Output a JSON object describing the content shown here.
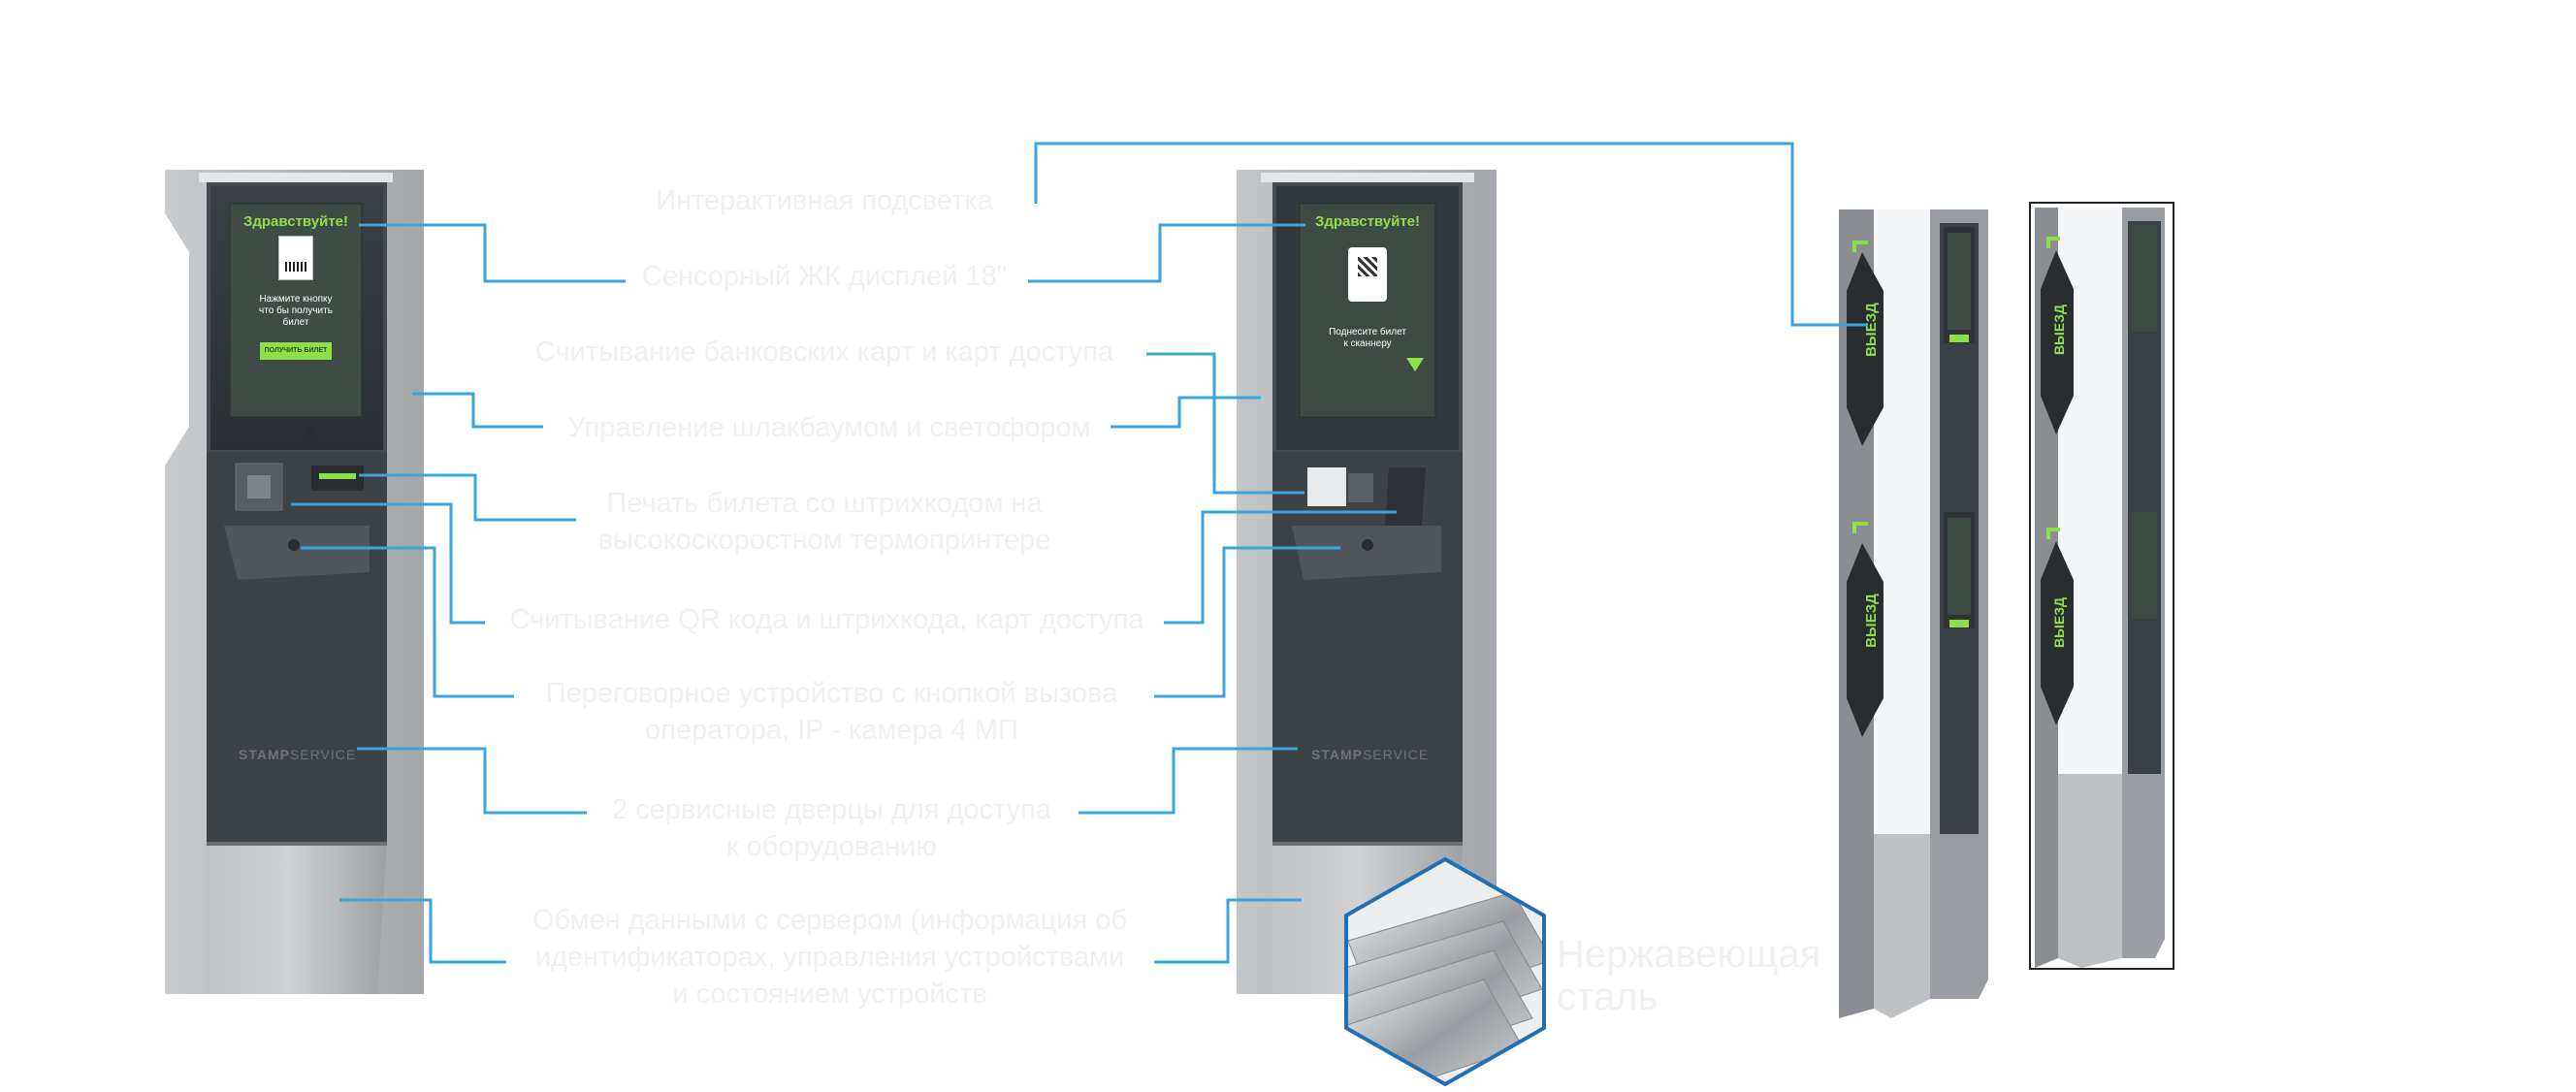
{
  "features": [
    {
      "id": "backlight",
      "lines": [
        "Интерактивная подсветка"
      ]
    },
    {
      "id": "display",
      "lines": [
        "Сенсорный ЖК дисплей 18\""
      ]
    },
    {
      "id": "cards",
      "lines": [
        "Считывание банковских карт  и карт доступа"
      ]
    },
    {
      "id": "barrier",
      "lines": [
        "Управление шлакбаумом и светофором"
      ]
    },
    {
      "id": "printer",
      "lines": [
        "Печать билета со штрихкодом на",
        "высокоскоростном термопринтере"
      ]
    },
    {
      "id": "qr",
      "lines": [
        "Считывание QR кода и штрихкода, карт доступа"
      ]
    },
    {
      "id": "intercom",
      "lines": [
        "Переговорное устройство с кнопкой вызова",
        "оператора, IP - камера 4 МП"
      ]
    },
    {
      "id": "doors",
      "lines": [
        "2 сервисные дверцы для доступа",
        "к оборудованию"
      ]
    },
    {
      "id": "server",
      "lines": [
        "Обмен данными с сервером (информация об",
        "идентификаторах, управления устройствами",
        "и состоянием устройств"
      ]
    }
  ],
  "material": {
    "lines": [
      "Нержавеющая",
      "сталь"
    ]
  },
  "kiosk_entry": {
    "greeting": "Здравствуйте!",
    "instruction_lines": [
      "Нажмите кнопку",
      "что бы получить",
      "билет"
    ],
    "button_label": "ПОЛУЧИТЬ БИЛЕТ",
    "brand_bold": "STAMP",
    "brand_light": "SERVICE"
  },
  "kiosk_exit": {
    "greeting": "Здравствуйте!",
    "instruction_lines": [
      "Поднесите билет",
      "к сканнеру"
    ],
    "brand_bold": "STAMP",
    "brand_light": "SERVICE"
  },
  "side_panel_label": "ВЫЕЗД",
  "colors": {
    "callout_line": "#3aa5d8",
    "accent_green": "#8ee04a",
    "screen_dark": "#2f3337",
    "body_dark": "#3b4045",
    "steel": "#b9bcbf",
    "label_text": "#eef0f2"
  }
}
